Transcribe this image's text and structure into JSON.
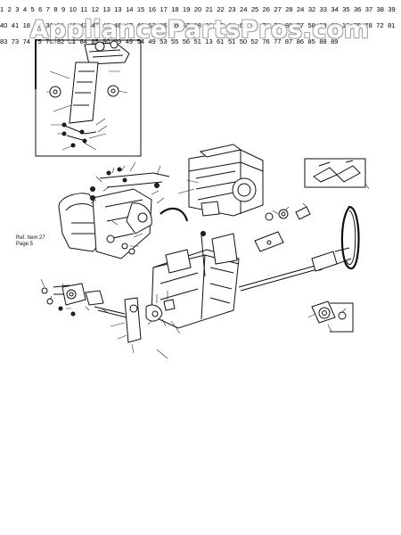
{
  "watermark": "AppliancePartsPros.com",
  "reference_note": {
    "line1": "Ref. Item 27",
    "line2": "Page 5"
  },
  "callouts": {
    "inset": [
      "1",
      "2",
      "3",
      "4",
      "5",
      "6",
      "7",
      "8",
      "9",
      "10",
      "11",
      "12",
      "13",
      "13"
    ],
    "upper": [
      "14",
      "15",
      "16",
      "17",
      "18",
      "19",
      "20",
      "21",
      "22",
      "23",
      "24",
      "25",
      "26",
      "27",
      "28",
      "24",
      "32",
      "33",
      "34",
      "35",
      "36",
      "37",
      "38",
      "39",
      "40",
      "41"
    ],
    "middle": [
      "18",
      "24",
      "30",
      "31",
      "42",
      "43",
      "44",
      "45",
      "46",
      "47",
      "48",
      "62",
      "65",
      "66",
      "67",
      "68",
      "69",
      "70",
      "64",
      "63",
      "65",
      "71",
      "70",
      "80",
      "57",
      "58",
      "59",
      "60",
      "13",
      "79",
      "78",
      "72",
      "81",
      "83"
    ],
    "lower": [
      "73",
      "74",
      "75",
      "76",
      "82",
      "81",
      "84",
      "85",
      "80",
      "29",
      "49",
      "54",
      "49",
      "53",
      "55",
      "56",
      "51",
      "13",
      "61",
      "51",
      "50",
      "52",
      "76",
      "77",
      "87",
      "86",
      "85",
      "88",
      "89"
    ]
  }
}
